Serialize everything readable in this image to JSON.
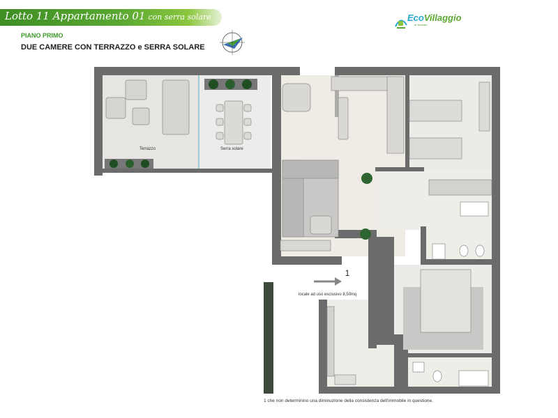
{
  "header": {
    "title": "Lotto 11 Appartamento 01",
    "title_suffix": "con serra solare",
    "floor": "PIANO PRIMO",
    "subtitle": "DUE CAMERE CON TERRAZZO e SERRA SOLARE"
  },
  "logo": {
    "prefix": "Eco",
    "name": "Villaggio",
    "tagline": "ai Montale"
  },
  "rooms": {
    "terrace": "Terrazzo",
    "greenhouse": "Serra solare"
  },
  "unit": {
    "number": "1",
    "exclusive_area": "locale ad uso esclusivo 8,50mq"
  },
  "footnote": "1  che non determinino una diminuzione della consistenza dell'immobile in questione.",
  "icons": [
    "compass-icon",
    "arrow-right-icon"
  ],
  "colors": {
    "banner": "#5aa832",
    "accent_green": "#3e9a2c",
    "wall": "#6b6b6b",
    "floor": "#ebe8e1",
    "logo_blue": "#27a9d4"
  }
}
